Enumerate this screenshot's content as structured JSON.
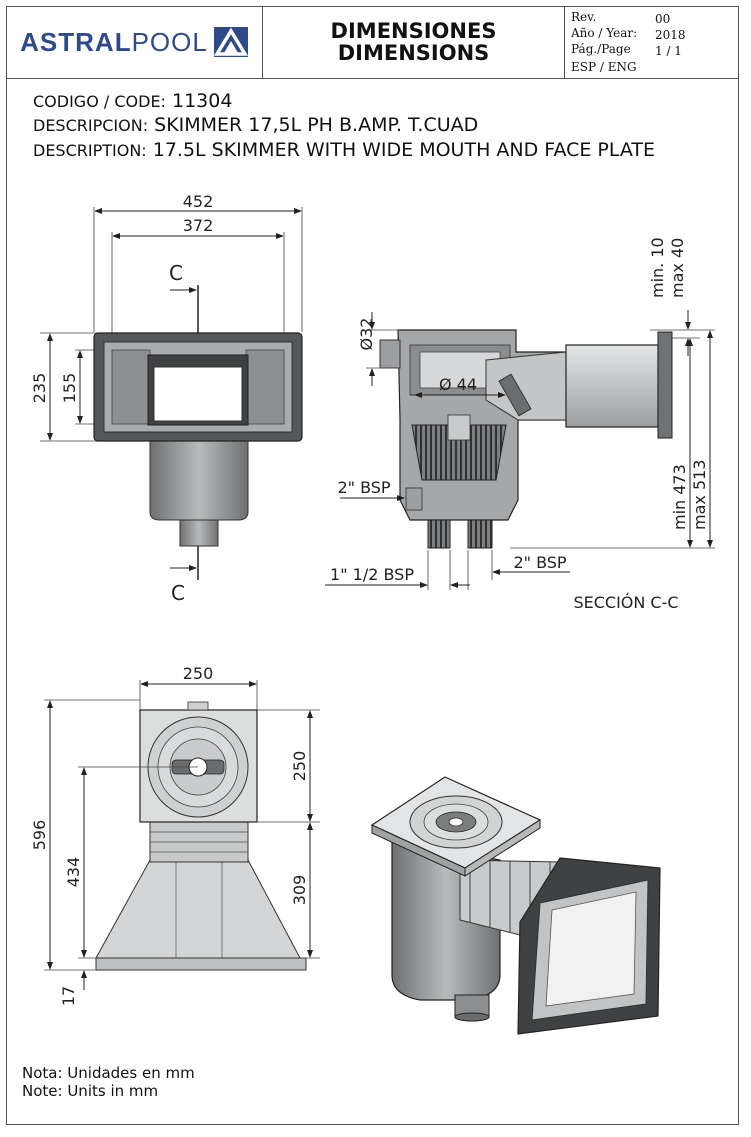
{
  "header": {
    "logo_bold": "ASTRAL",
    "logo_light": "POOL",
    "title_es": "DIMENSIONES",
    "title_en": "DIMENSIONS",
    "rev_label": "Rev.",
    "rev_value": "00",
    "year_label": "Año / Year:",
    "year_value": "2018",
    "page_label": "Pág./Page",
    "page_value": "1 / 1",
    "lang_label": "ESP / ENG"
  },
  "info": {
    "code_label": "CODIGO / CODE:",
    "code_value": "11304",
    "desc_es_label": "DESCRIPCION:",
    "desc_es_value": "SKIMMER 17,5L PH B.AMP. T.CUAD",
    "desc_en_label": "DESCRIPTION:",
    "desc_en_value": "17.5L SKIMMER WITH WIDE MOUTH AND FACE PLATE"
  },
  "front_view": {
    "width_outer": "452",
    "width_inner": "372",
    "height_outer": "235",
    "height_inner": "155",
    "section_mark": "C"
  },
  "section_view": {
    "pipe_dia": "Ø32",
    "inner_dia": "Ø 44",
    "side_port": "2\" BSP",
    "bottom_port_left": "1\" 1/2 BSP",
    "bottom_port_right": "2\" BSP",
    "adjust_min": "min. 10",
    "adjust_max": "max 40",
    "depth_min": "min 473",
    "depth_max": "max 513",
    "section_label": "SECCIÓN C-C"
  },
  "top_view": {
    "width": "250",
    "total_length": "596",
    "body_length": "434",
    "lid_length": "250",
    "mouth_length": "309",
    "flange": "17"
  },
  "notes": {
    "es": "Nota: Unidades en mm",
    "en": "Note: Units in mm"
  },
  "colors": {
    "logo_blue": "#2f4a8c",
    "line": "#222222",
    "body_gray": "#8a8c8e",
    "body_light": "#d6d7d8",
    "body_dark": "#4a4c4e"
  }
}
